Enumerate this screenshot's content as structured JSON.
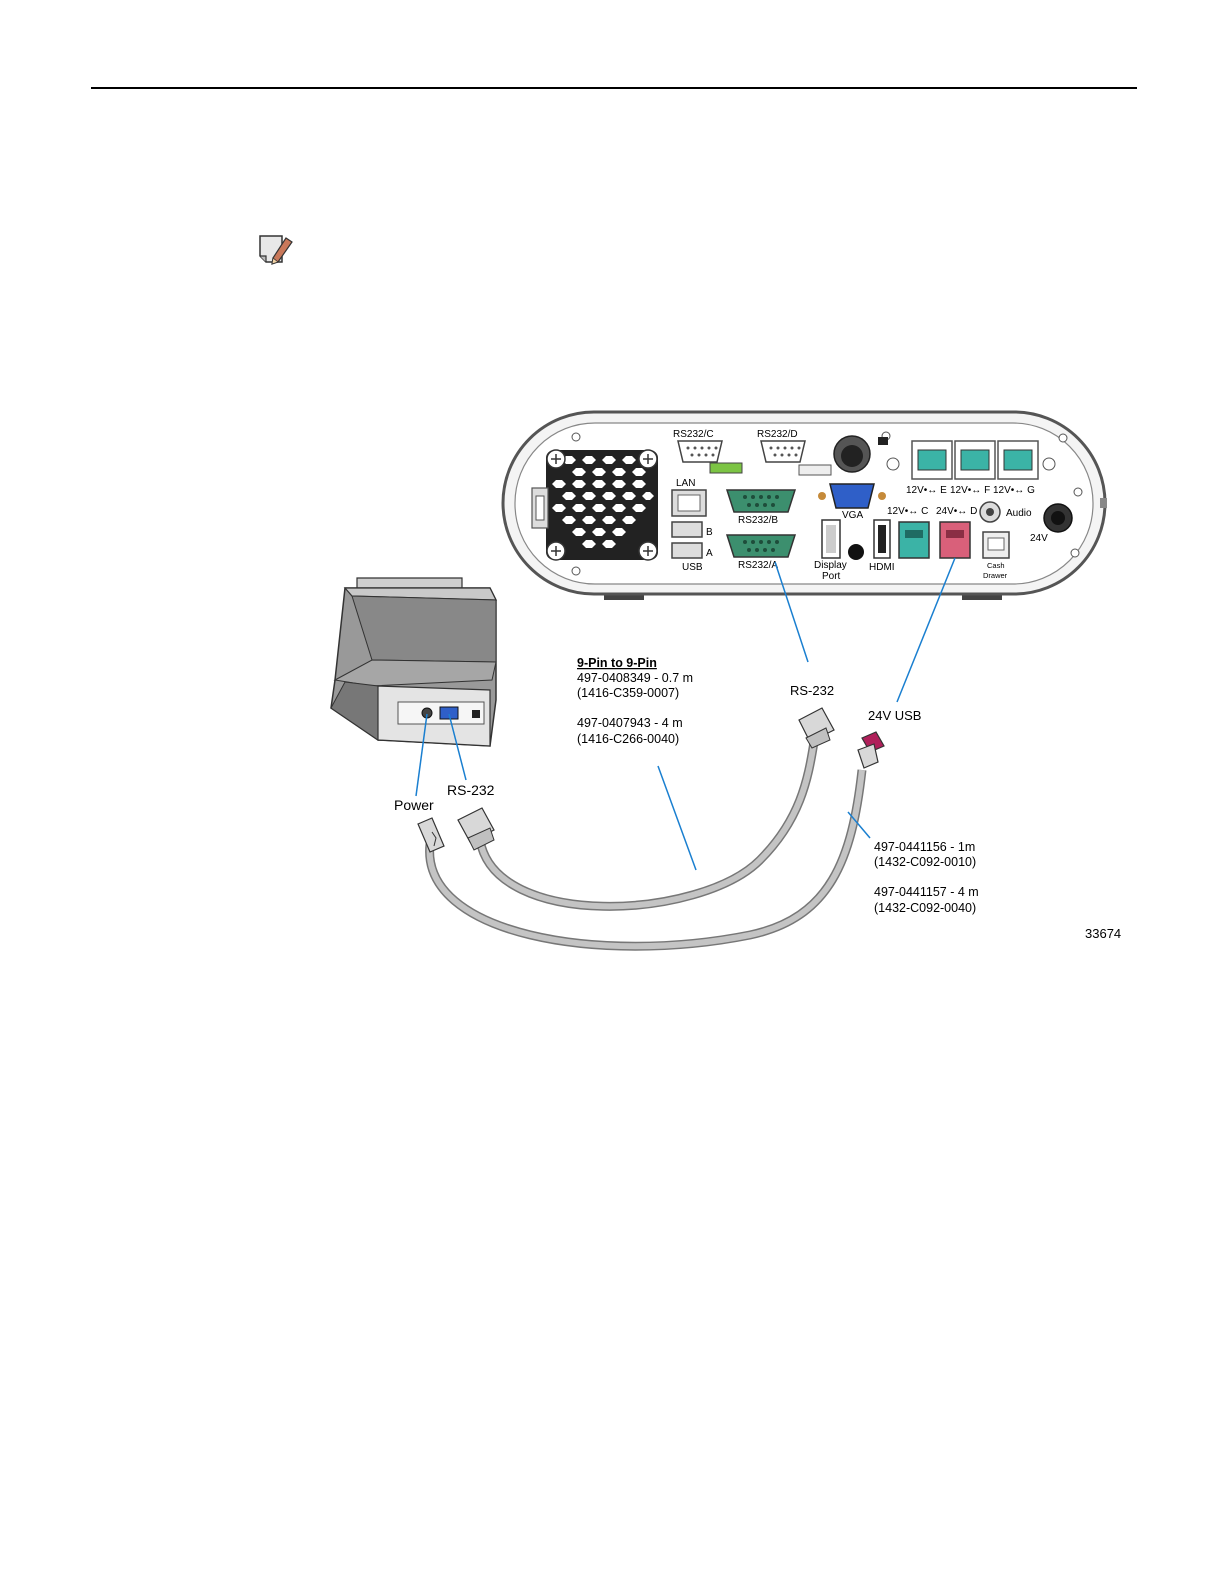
{
  "figure_number": "33674",
  "terminal_ports": {
    "rs232_c": "RS232/C",
    "rs232_d": "RS232/D",
    "lan": "LAN",
    "usb_b": "B",
    "usb_a": "A",
    "usb": "USB",
    "rs232_b": "RS232/B",
    "rs232_a": "RS232/A",
    "vga": "VGA",
    "display": "Display",
    "port": "Port",
    "hdmi": "HDMI",
    "usb_e": "12V•↔ E",
    "usb_f": "12V•↔ F",
    "usb_g": "12V•↔ G",
    "usb_c": "12V•↔ C",
    "usb_d": "24V•↔ D",
    "audio": "Audio",
    "v24": "24V",
    "cash": "Cash",
    "drawer": "Drawer"
  },
  "printer_ports": {
    "power": "Power",
    "rs232": "RS-232"
  },
  "cable_rs232": {
    "label": "RS-232",
    "title": "9-Pin to 9-Pin",
    "part1": "497-0408349 - 0.7 m",
    "code1": "(1416-C359-0007)",
    "part2": "497-0407943 - 4 m",
    "code2": "(1416-C266-0040)"
  },
  "cable_usb": {
    "label": "24V USB",
    "part1": "497-0441156 - 1m",
    "code1": "(1432-C092-0010)",
    "part2": "497-0441157 - 4 m",
    "code2": "(1432-C092-0040)"
  },
  "colors": {
    "callout_line": "#1a7fd0",
    "rs232_port": "#3c8f6e",
    "usb_12v": "#3bb3a6",
    "usb_24v": "#d9607a",
    "vga_port": "#2f5fc8",
    "cable": "#c4c4c4"
  }
}
